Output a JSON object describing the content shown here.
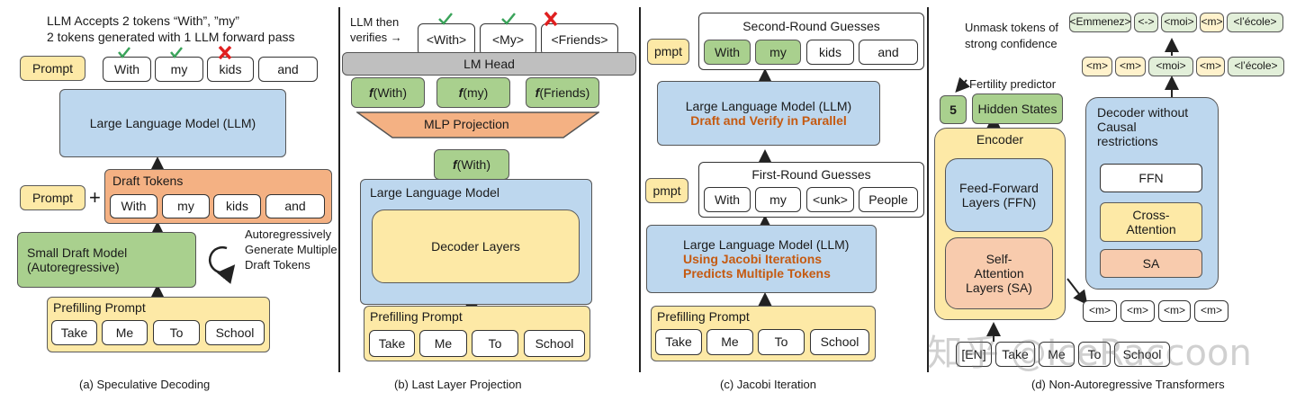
{
  "panel_a": {
    "title_line1": "LLM Accepts 2 tokens “With”, ”my”",
    "title_line2": "2 tokens generated with 1 LLM forward pass",
    "prompt_top": "Prompt",
    "out_tokens": [
      "With",
      "my",
      "kids",
      "and"
    ],
    "llm": "Large Language Model (LLM)",
    "prompt_mid": "Prompt",
    "plus": "+",
    "draft_title": "Draft Tokens",
    "draft_tokens": [
      "With",
      "my",
      "kids",
      "and"
    ],
    "draft_model": "Small Draft Model (Autoregressive)",
    "autoreg_note": "Autoregressively Generate Multiple Draft Tokens",
    "prefill_title": "Prefilling Prompt",
    "prefill_tokens": [
      "Take",
      "Me",
      "To",
      "School"
    ],
    "caption": "(a) Speculative Decoding"
  },
  "panel_b": {
    "verify_label": "LLM then verifies →",
    "verify_tokens": [
      "<With>",
      "<My>",
      "<Friends>"
    ],
    "lm_head": "LM Head",
    "f_glyph": "f",
    "f_tokens": [
      "(With)",
      "(my)",
      "(Friends)"
    ],
    "mlp": "MLP Projection",
    "f_single": "(With)",
    "llm": "Large Language Model",
    "decoder": "Decoder Layers",
    "prefill_title": "Prefilling Prompt",
    "prefill_tokens": [
      "Take",
      "Me",
      "To",
      "School"
    ],
    "caption": "(b) Last Layer Projection"
  },
  "panel_c": {
    "second_title": "Second-Round  Guesses",
    "second_tokens": [
      "With",
      "my",
      "kids",
      "and"
    ],
    "pmpt": "pmpt",
    "llm1_title": "Large Language Model (LLM)",
    "llm1_sub": "Draft and Verify in Parallel",
    "first_title": "First-Round  Guesses",
    "first_tokens": [
      "With",
      "my",
      "<unk>",
      "People"
    ],
    "llm2_title": "Large Language Model (LLM)",
    "llm2_sub1": "Using Jacobi Iterations",
    "llm2_sub2": "Predicts Multiple Tokens",
    "prefill_title": "Prefilling Prompt",
    "prefill_tokens": [
      "Take",
      "Me",
      "To",
      "School"
    ],
    "caption": "(c) Jacobi Iteration"
  },
  "panel_d": {
    "unmask_note": "Unmask tokens of strong confidence",
    "top_tokens": [
      "<Emmenez>",
      "<->",
      "<moi>",
      "<m>",
      "<l’école>"
    ],
    "mid_tokens": [
      "<m>",
      "<m>",
      "<moi>",
      "<m>",
      "<l’école>"
    ],
    "fertility": "Fertility predictor",
    "fertility_value": "5",
    "hidden_states": "Hidden States",
    "encoder": "Encoder",
    "ffn_layers": "Feed-Forward Layers (FFN)",
    "sa_layers": "Self-Attention Layers (SA)",
    "decoder_title": "Decoder without Causal restrictions",
    "ffn": "FFN",
    "cross_attention": "Cross-Attention",
    "sa": "SA",
    "mask_tokens": [
      "<m>",
      "<m>",
      "<m>",
      "<m>"
    ],
    "input_tokens": [
      "[EN]",
      "Take",
      "Me",
      "To",
      "School"
    ],
    "caption": "(d) Non-Autoregressive Transformers"
  },
  "watermark": "知乎 @IceRaccoon",
  "colors": {
    "yellow": "#fde9a6",
    "blue": "#bdd7ee",
    "green": "#a9d08e",
    "orange": "#f4b183",
    "accent_text": "#c55a11",
    "check": "#3aa35a",
    "cross": "#e02020"
  }
}
